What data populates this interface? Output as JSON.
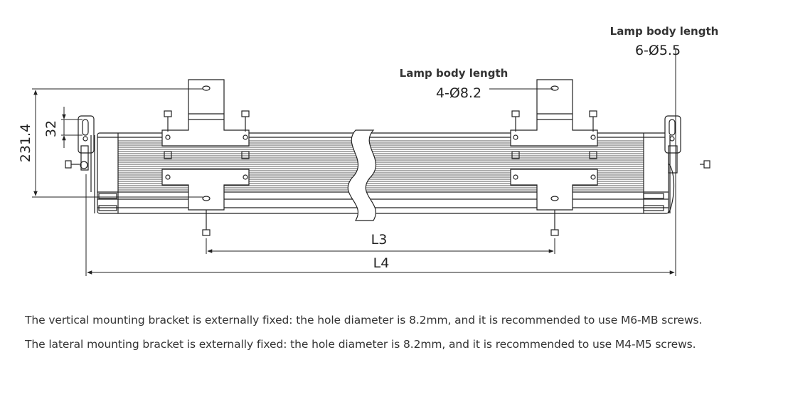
{
  "diagram": {
    "label_lamp_right": "Lamp body length",
    "spec_lamp_right": "6-Ø5.5",
    "label_lamp_middle": "Lamp body length",
    "spec_lamp_middle": "4-Ø8.2",
    "dim_height": "231.4",
    "dim_slot": "32",
    "dim_l3": "L3",
    "dim_l4": "L4"
  },
  "notes": [
    "The vertical mounting bracket is externally fixed: the hole diameter is 8.2mm, and it is recommended to use M6-MB screws.",
    "The lateral mounting bracket is externally fixed: the hole diameter is 8.2mm, and it is recommended to use M4-M5 screws."
  ]
}
